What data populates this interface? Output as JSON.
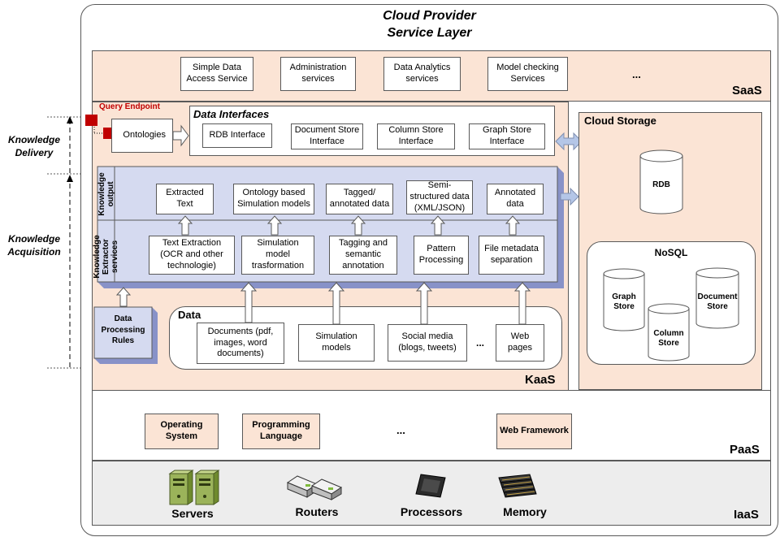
{
  "outer": {
    "title_line1": "Cloud Provider",
    "title_line2": "Service Layer"
  },
  "left": {
    "delivery": "Knowledge Delivery",
    "acquisition": "Knowledge Acquisition"
  },
  "saas": {
    "label": "SaaS",
    "boxes": [
      "Simple Data Access Service",
      "Administration services",
      "Data Analytics services",
      "Model checking Services"
    ],
    "ellipsis": "..."
  },
  "kaas": {
    "label": "KaaS",
    "query_endpoint": "Query Endpoint",
    "ontologies": "Ontologies",
    "data_interfaces": {
      "title": "Data Interfaces",
      "items": [
        "RDB Interface",
        "Document Store Interface",
        "Column Store Interface",
        "Graph Store Interface"
      ]
    },
    "knowledge_output": {
      "label": "Knowledge output",
      "items": [
        "Extracted Text",
        "Ontology based Simulation models",
        "Tagged/ annotated data",
        "Semi-structured data (XML/JSON)",
        "Annotated data"
      ]
    },
    "extractor": {
      "label": "Knowledge Extractor services",
      "items": [
        "Text Extraction (OCR and other technologie)",
        "Simulation model trasformation",
        "Tagging and semantic annotation",
        "Pattern Processing",
        "File metadata separation"
      ]
    },
    "rules": "Data Processing Rules",
    "data": {
      "title": "Data",
      "items": [
        "Documents (pdf, images, word documents)",
        "Simulation models",
        "Social media (blogs, tweets)",
        "Web pages"
      ],
      "ellipsis": "..."
    }
  },
  "cloud_storage": {
    "title": "Cloud Storage",
    "rdb": "RDB",
    "nosql": "NoSQL",
    "graph": "Graph Store",
    "column": "Column Store",
    "document": "Document Store"
  },
  "paas": {
    "label": "PaaS",
    "boxes": [
      "Operating System",
      "Programming Language",
      "Web Framework"
    ],
    "ellipsis": "..."
  },
  "iaas": {
    "label": "IaaS",
    "items": [
      "Servers",
      "Routers",
      "Processors",
      "Memory"
    ]
  },
  "colors": {
    "tan": "#fbe4d5",
    "lavender": "#d5daf0",
    "blue_dark": "#8892c8",
    "red": "#c00000",
    "arrow_blue": "#b4c6e7"
  }
}
